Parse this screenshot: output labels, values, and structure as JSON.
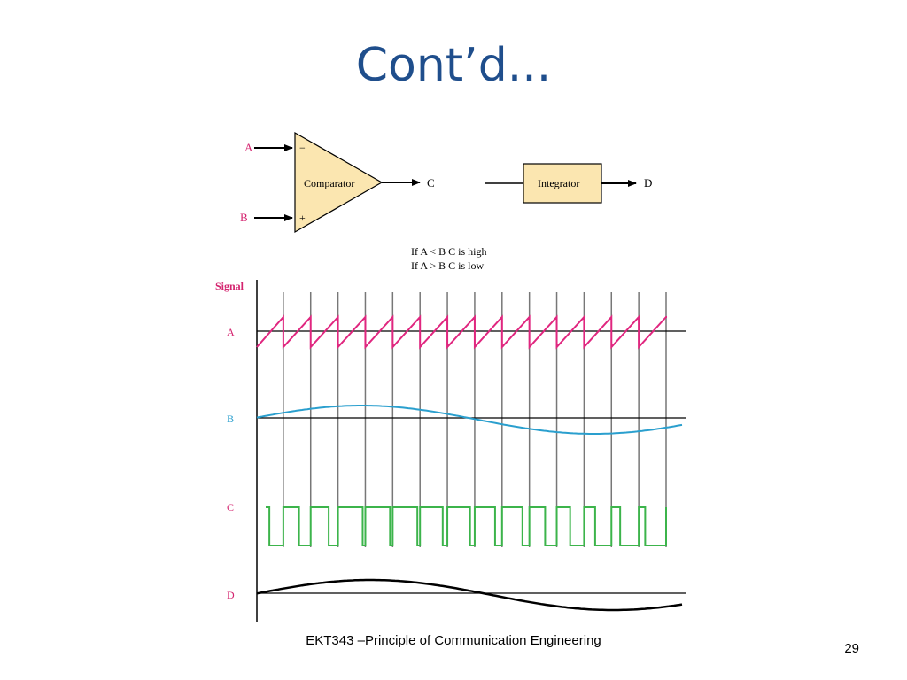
{
  "slide": {
    "title": "Cont’d...",
    "footer": "EKT343 –Principle of Communication Engineering",
    "page_number": "29"
  },
  "diagram": {
    "comparator": {
      "label": "Comparator",
      "input_a": "A",
      "input_b": "B",
      "minus_sign": "−",
      "plus_sign": "+",
      "output": "C"
    },
    "integrator": {
      "label": "Integrator",
      "output": "D"
    },
    "condition_high": "If A < B C is high",
    "condition_low": "If A > B C is low"
  },
  "waveforms": {
    "axis_label": "Signal",
    "signal_labels": [
      "A",
      "B",
      "C",
      "D"
    ],
    "colors": {
      "A": "#e0267f",
      "B": "#2a9fce",
      "C": "#3cb44b",
      "D": "#000000",
      "labels": "#d4246f",
      "block_fill": "#fbe6b0"
    },
    "sawtooth_periods": 15,
    "pulse_low_widths": [
      0.6,
      0.5,
      0.4,
      0.1,
      0.1,
      0.1,
      0.2,
      0.2,
      0.3,
      0.3,
      0.5,
      0.6,
      0.7,
      0.8,
      0.9
    ]
  }
}
